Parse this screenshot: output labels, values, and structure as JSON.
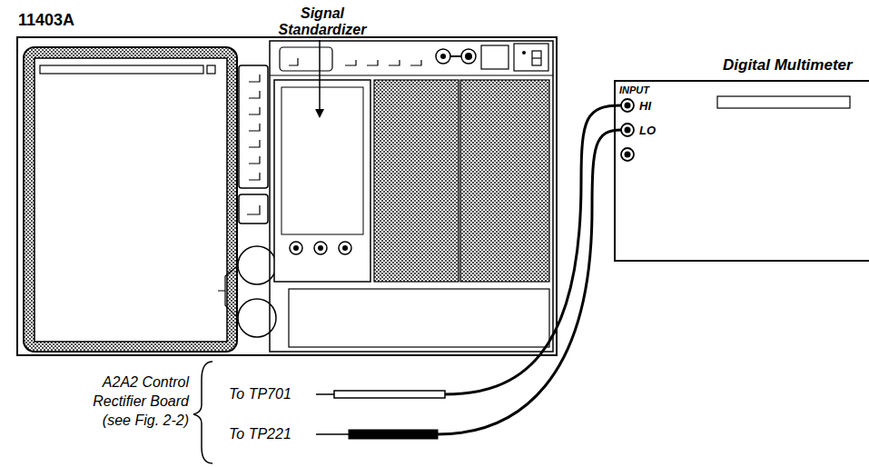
{
  "diagram": {
    "nodes": [
      {
        "text": [
          "11403A"
        ]
      },
      {
        "text": [
          "Digital Multimeter",
          "INPUT",
          "HI",
          "LO"
        ]
      }
    ],
    "labels": [
      "Signal Standardizer",
      "A2A2 Control Rectifier Board (see Fig. 2-2)",
      "To TP701",
      "To TP221"
    ]
  }
}
